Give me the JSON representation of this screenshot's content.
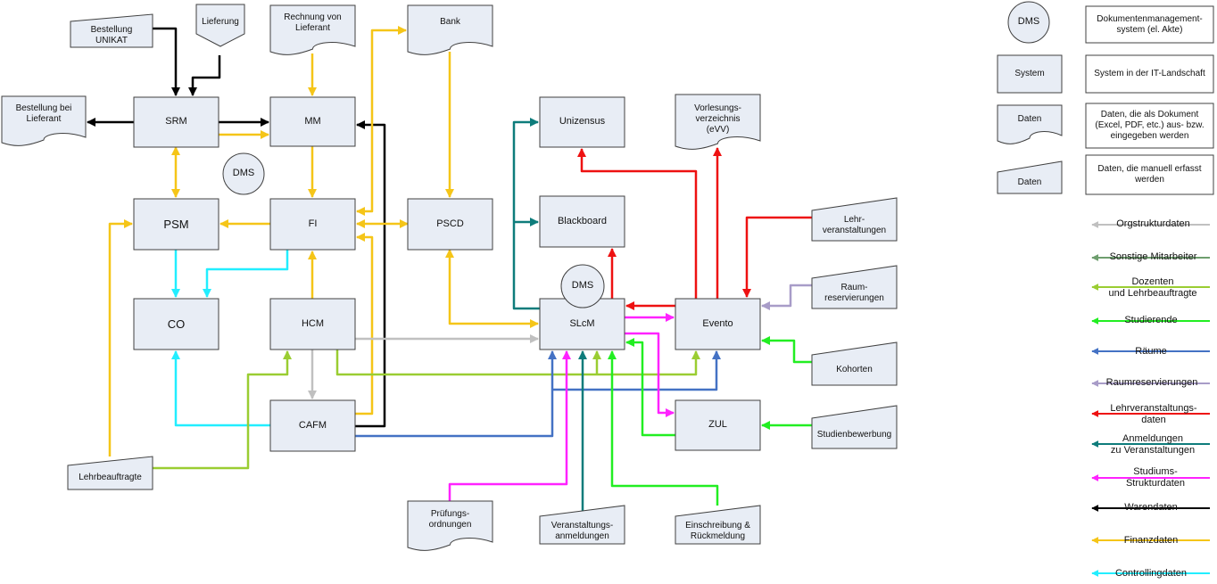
{
  "nodes": {
    "srm": "SRM",
    "mm": "MM",
    "psm": "PSM",
    "fi": "FI",
    "pscd": "PSCD",
    "co": "CO",
    "hcm": "HCM",
    "cafm": "CAFM",
    "unizensus": "Unizensus",
    "blackboard": "Blackboard",
    "slcm": "SLcM",
    "evento": "Evento",
    "zul": "ZUL",
    "dms_left": "DMS",
    "dms_mid": "DMS",
    "bestellung_unikat": "Bestellung\nUNIKAT",
    "lieferung": "Lieferung",
    "rechnung": "Rechnung von\nLieferant",
    "bank": "Bank",
    "bestellung_lieferant": "Bestellung bei\nLieferant",
    "lehrbeauftragte": "Lehrbeauftragte",
    "vorlesungsverzeichnis": "Vorlesungs-\nverzeichnis\n(eVV)",
    "lehrveranstaltungen": "Lehr-\nveranstaltungen",
    "raumreservierungen": "Raum-\nreservierungen",
    "kohorten": "Kohorten",
    "studienbewerbung": "Studienbewerbung",
    "pruefungsordnungen": "Prüfungs-\nordnungen",
    "veranstaltungsanmeldungen": "Veranstaltungs-\nanmeldungen",
    "einschreibung": "Einschreibung &\nRückmeldung"
  },
  "key": {
    "dms_symbol": "DMS",
    "dms_desc": "Dokumentenmanagement-\nsystem (el. Akte)",
    "system_symbol": "System",
    "system_desc": "System in der IT-Landschaft",
    "daten_symbol": "Daten",
    "daten_desc": "Daten, die als Dokument\n(Excel, PDF, etc.) aus- bzw.\neingegeben werden",
    "manual_symbol": "Daten",
    "manual_desc": "Daten, die manuell erfasst\nwerden"
  },
  "legend": [
    {
      "label": "Orgstrukturdaten",
      "color": "#c0c0c0"
    },
    {
      "label": "Sonstige Mitarbeiter",
      "color": "#6e9e6e"
    },
    {
      "label": "Dozenten\nund Lehrbeauftragte",
      "color": "#9acd32"
    },
    {
      "label": "Studierende",
      "color": "#22ee22"
    },
    {
      "label": "Räume",
      "color": "#4472c4"
    },
    {
      "label": "Raumreservierungen",
      "color": "#a89cc8"
    },
    {
      "label": "Lehrveranstaltungs-\ndaten",
      "color": "#ee1111"
    },
    {
      "label": "Anmeldungen\nzu Veranstaltungen",
      "color": "#0e7c7b"
    },
    {
      "label": "Studiums-\nStrukturdaten",
      "color": "#ff22ff"
    },
    {
      "label": "Warendaten",
      "color": "#000000"
    },
    {
      "label": "Finanzdaten",
      "color": "#f5c518"
    },
    {
      "label": "Controllingdaten",
      "color": "#22eeff"
    }
  ],
  "colors": {
    "box_fill": "#e8edf5",
    "box_stroke": "#404040",
    "orgstruktur": "#c0c0c0",
    "dozenten": "#9acd32",
    "studierende": "#22ee22",
    "raeume": "#4472c4",
    "raumres": "#a89cc8",
    "lehrveranstaltung": "#ee1111",
    "anmeldung": "#0e7c7b",
    "struktur": "#ff22ff",
    "waren": "#000000",
    "finanz": "#f5c518",
    "controlling": "#22eeff"
  }
}
